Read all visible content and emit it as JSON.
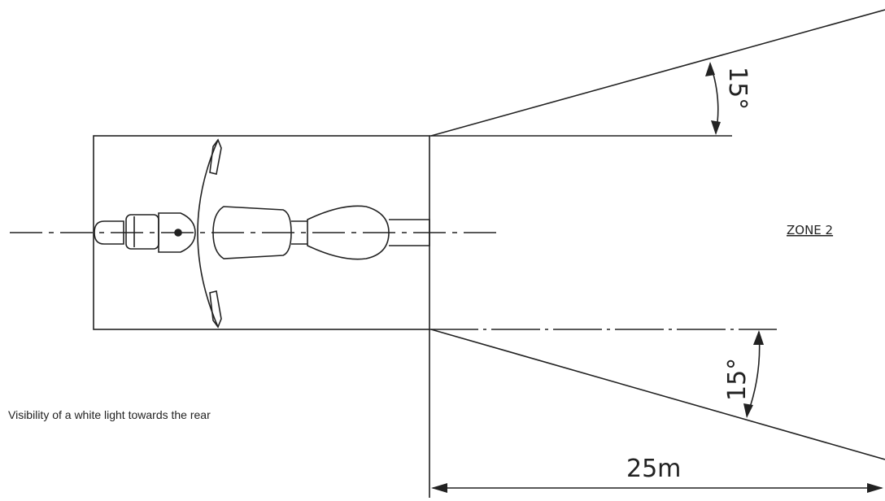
{
  "diagram": {
    "zone_label": "ZONE 2",
    "upper_angle": "15°",
    "lower_angle": "15°",
    "distance": "25m"
  },
  "caption": "Visibility of a white light towards the rear",
  "colors": {
    "line": "#222222",
    "background": "#ffffff"
  }
}
